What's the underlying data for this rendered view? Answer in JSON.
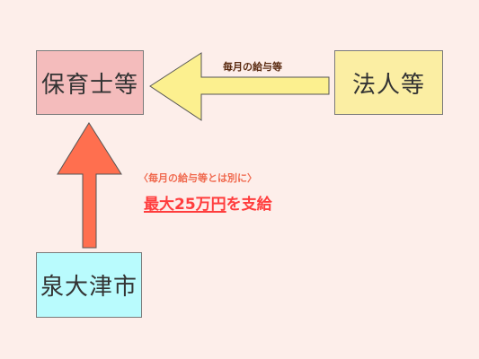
{
  "nodes": {
    "hoikushi": "保育士等",
    "houjin": "法人等",
    "city": "泉大津市"
  },
  "edges": {
    "monthly_salary": "毎月の給与等",
    "note": "〈毎月の給与等とは別に〉",
    "max_amount": "最大25万円",
    "max_suffix": "を支給"
  },
  "colors": {
    "background": "#fdeeea",
    "hoikushi_box": "#f4bcbc",
    "houjin_box": "#fbeea3",
    "city_box": "#b9fbfd",
    "arrow_yellow": "#fcf08f",
    "arrow_red": "#ff6f4f"
  }
}
